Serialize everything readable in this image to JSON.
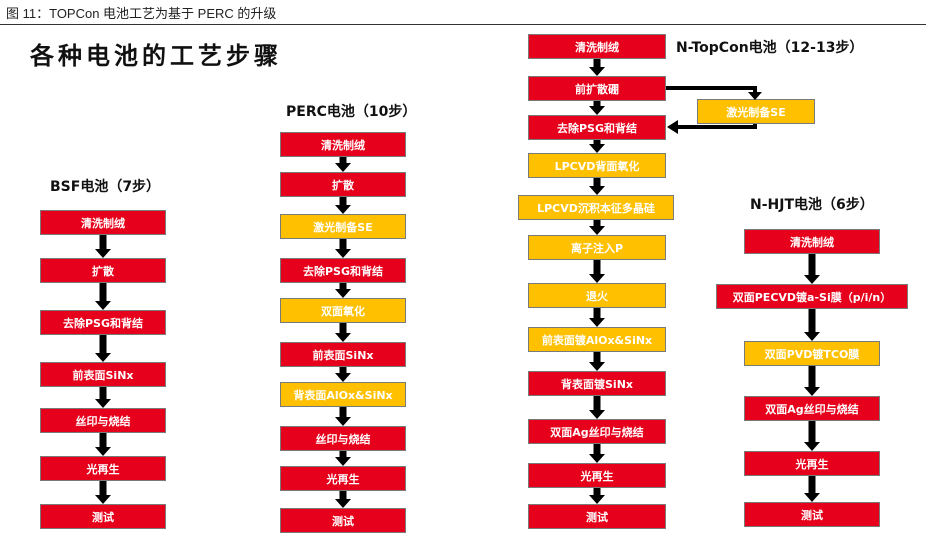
{
  "caption": "图 11：TOPCon 电池工艺为基于 PERC 的升级",
  "title": "各种电池的工艺步骤",
  "columns": {
    "bsf": {
      "title": "BSF电池（7步）",
      "steps": [
        "清洗制绒",
        "扩散",
        "去除PSG和背结",
        "前表面SiNx",
        "丝印与烧结",
        "光再生",
        "测试"
      ],
      "colors": [
        "red",
        "red",
        "red",
        "red",
        "red",
        "red",
        "red"
      ]
    },
    "perc": {
      "title": "PERC电池（10步）",
      "steps": [
        "清洗制绒",
        "扩散",
        "激光制备SE",
        "去除PSG和背结",
        "双面氧化",
        "前表面SiNx",
        "背表面AlOx&SiNx",
        "丝印与烧结",
        "光再生",
        "测试"
      ],
      "colors": [
        "red",
        "red",
        "yellow",
        "red",
        "yellow",
        "red",
        "yellow",
        "red",
        "red",
        "red"
      ]
    },
    "topcon": {
      "title": "N-TopCon电池（12-13步）",
      "steps": [
        "清洗制绒",
        "前扩散硼",
        "去除PSG和背结",
        "LPCVD背面氧化",
        "LPCVD沉积本征多晶硅",
        "离子注入P",
        "退火",
        "前表面镀AlOx&SiNx",
        "背表面镀SiNx",
        "双面Ag丝印与烧结",
        "光再生",
        "测试"
      ],
      "colors": [
        "red",
        "red",
        "red",
        "yellow",
        "yellow",
        "yellow",
        "yellow",
        "yellow",
        "red",
        "red",
        "red",
        "red"
      ],
      "side_step": "激光制备SE",
      "side_color": "yellow"
    },
    "hjt": {
      "title": "N-HJT电池（6步）",
      "steps": [
        "清洗制绒",
        "双面PECVD镀a-Si膜（p/i/n）",
        "双面PVD镀TCO膜",
        "双面Ag丝印与烧结",
        "光再生",
        "测试"
      ],
      "colors": [
        "red",
        "red",
        "yellow",
        "red",
        "red",
        "red"
      ]
    }
  },
  "colors": {
    "red": "#e6001b",
    "yellow": "#ffc000",
    "arrow": "#000000"
  }
}
